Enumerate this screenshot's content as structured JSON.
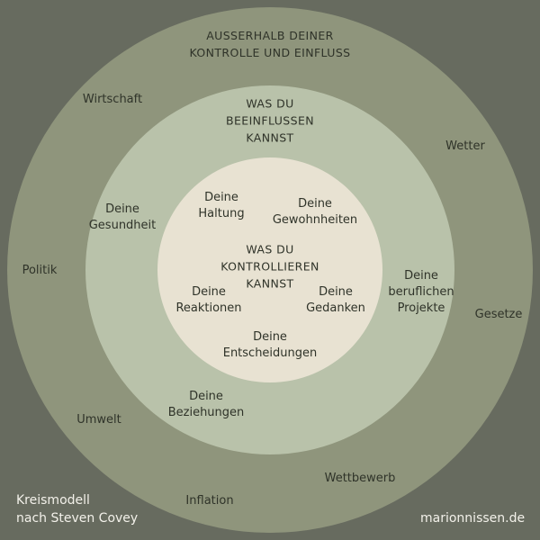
{
  "colors": {
    "background": "#676b5f",
    "outer_ring": "#8f957c",
    "middle_ring": "#b9c2aa",
    "inner_circle": "#e8e2d2",
    "text_dark": "#2f3329",
    "text_light": "#f3f1ea"
  },
  "outer": {
    "heading": "AUSSERHALB DEINER\nKONTROLLE UND EINFLUSS",
    "items": {
      "wirtschaft": "Wirtschaft",
      "wetter": "Wetter",
      "politik": "Politik",
      "gesetze": "Gesetze",
      "umwelt": "Umwelt",
      "wettbewerb": "Wettbewerb",
      "inflation": "Inflation"
    }
  },
  "middle": {
    "heading": "WAS DU\nBEEINFLUSSEN\nKANNST",
    "items": {
      "gesundheit": "Deine\nGesundheit",
      "projekte": "Deine\nberuflichen\nProjekte",
      "beziehungen": "Deine\nBeziehungen"
    }
  },
  "inner": {
    "heading": "WAS DU\nKONTROLLIEREN\nKANNST",
    "items": {
      "haltung": "Deine\nHaltung",
      "gewohnheiten": "Deine\nGewohnheiten",
      "reaktionen": "Deine\nReaktionen",
      "gedanken": "Deine\nGedanken",
      "entscheidungen": "Deine\nEntscheidungen"
    }
  },
  "footer": {
    "credit": "Kreismodell\nnach Steven Covey",
    "website": "marionnissen.de"
  }
}
